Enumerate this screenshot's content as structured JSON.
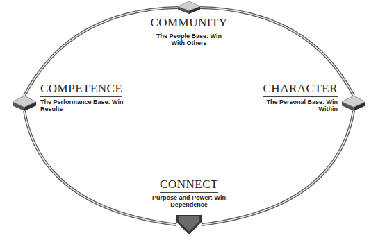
{
  "diagram": {
    "nodes": [
      {
        "text": [
          "COMMUNITY",
          "The People Base: Win With Others"
        ]
      },
      {
        "text": [
          "COMPETENCE",
          "The Performance Base: Win Results"
        ]
      },
      {
        "text": [
          "CHARACTER",
          "The Personal Base: Win Within"
        ]
      },
      {
        "text": [
          "CONNECT",
          "Purpose and Power: Win Dependence"
        ]
      }
    ],
    "edges": [
      {
        "from": 0,
        "to": 1,
        "arrow": "none"
      },
      {
        "from": 0,
        "to": 2,
        "arrow": "none"
      },
      {
        "from": 1,
        "to": 3,
        "arrow": "none"
      },
      {
        "from": 2,
        "to": 3,
        "arrow": "none"
      }
    ]
  }
}
